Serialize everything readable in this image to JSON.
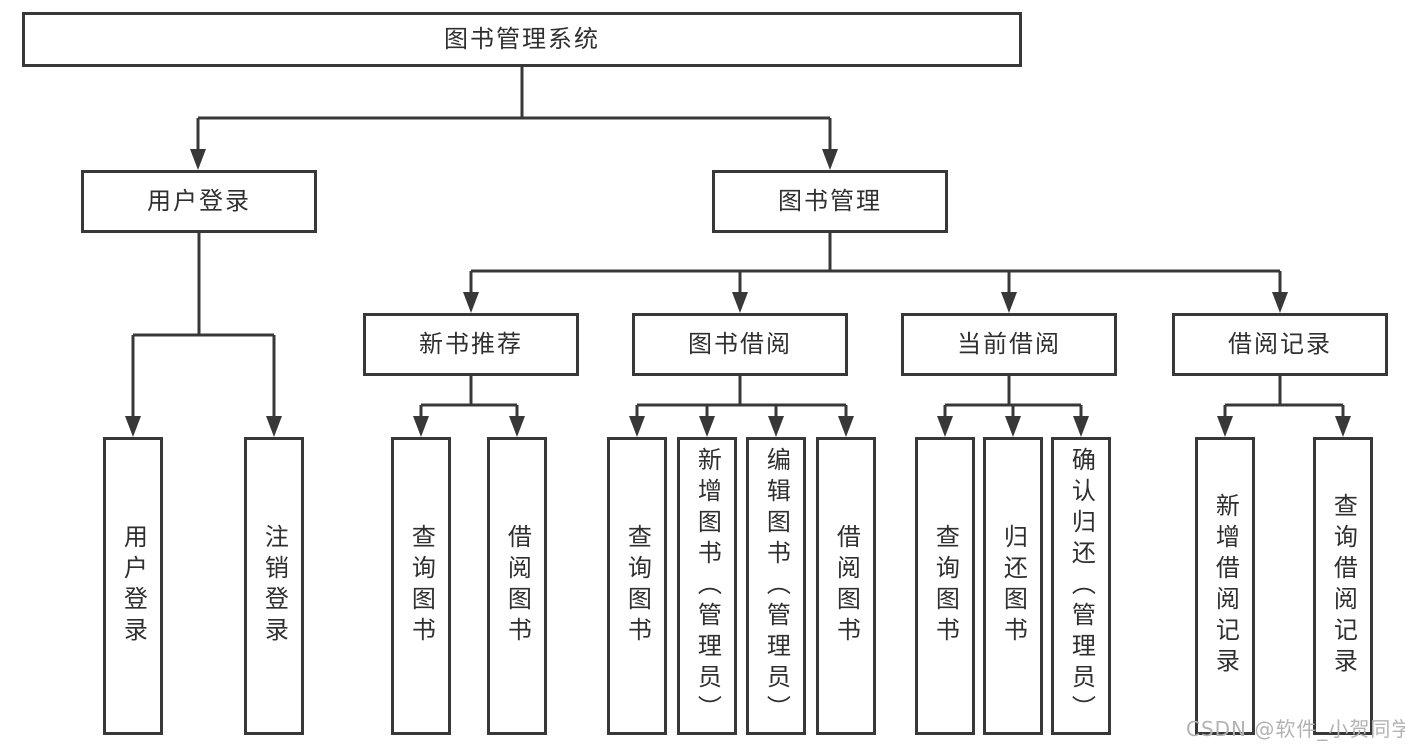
{
  "diagram": {
    "type": "hierarchy-tree",
    "tree": {
      "root": "图书管理系统",
      "children": [
        {
          "label": "用户登录",
          "leaves": [
            "用户登录",
            "注销登录"
          ]
        },
        {
          "label": "图书管理",
          "children": [
            {
              "label": "新书推荐",
              "leaves": [
                "查询图书",
                "借阅图书"
              ]
            },
            {
              "label": "图书借阅",
              "leaves": [
                "查询图书",
                "新增图书（管理员）",
                "编辑图书（管理员）",
                "借阅图书"
              ]
            },
            {
              "label": "当前借阅",
              "leaves": [
                "查询图书",
                "归还图书",
                "确认归还（管理员）"
              ]
            },
            {
              "label": "借阅记录",
              "leaves": [
                "新增借阅记录",
                "查询借阅记录"
              ]
            }
          ]
        }
      ]
    },
    "colors": {
      "border": "#383838",
      "line": "#383838",
      "text": "#2f2f2f",
      "background": "#ffffff",
      "watermark": "#b3b3b3"
    }
  },
  "watermark": {
    "text": "CSDN @软件_小贺同学"
  }
}
